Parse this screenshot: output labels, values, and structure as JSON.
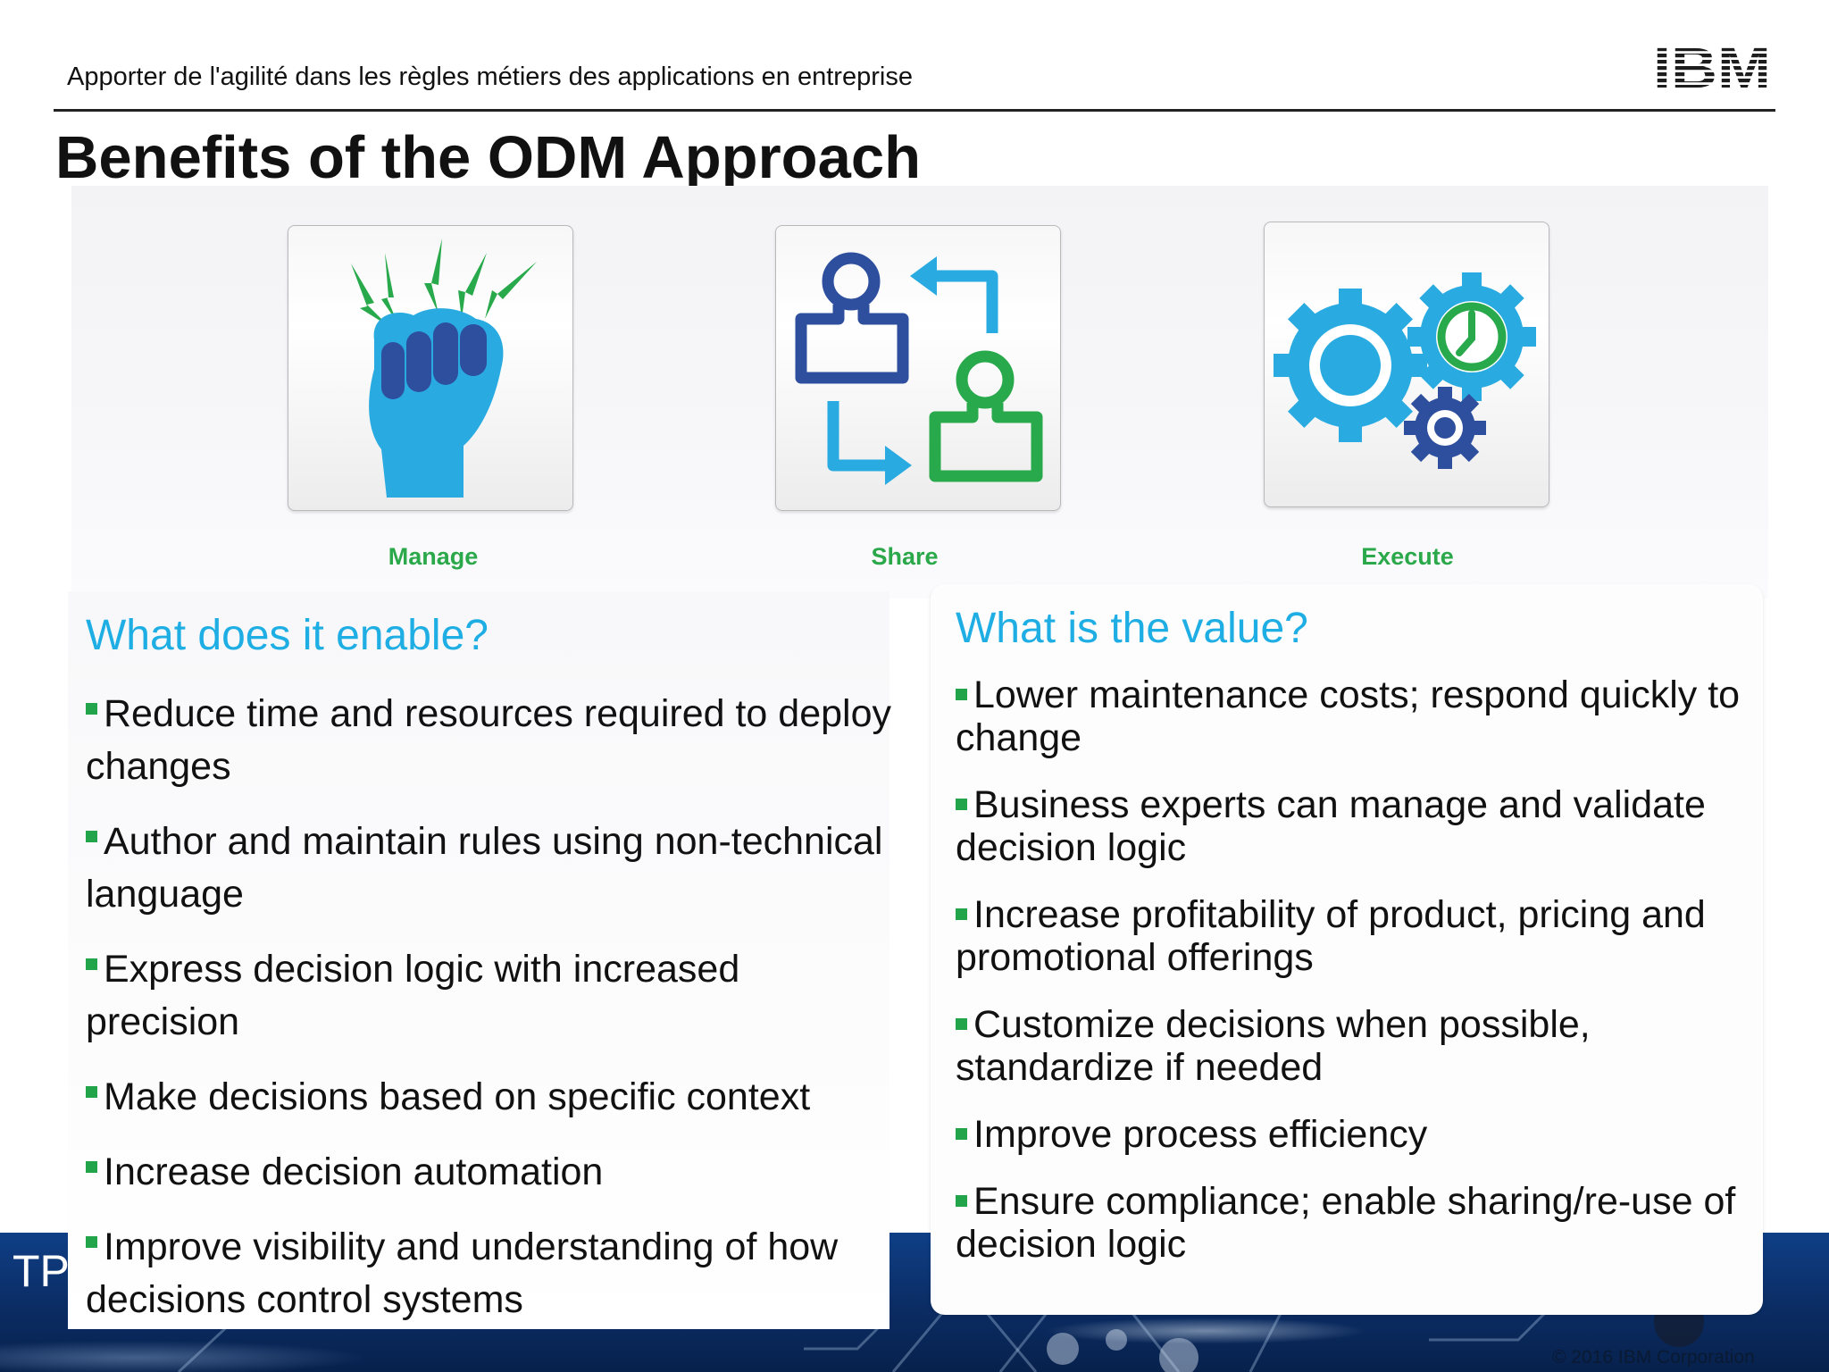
{
  "header": {
    "subtitle": "Apporter de l'agilité dans les règles métiers des applications en entreprise",
    "logo_text": "IBM"
  },
  "title": "Benefits of the ODM Approach",
  "pillars": [
    {
      "label": "Manage",
      "icon": "fist-icon"
    },
    {
      "label": "Share",
      "icon": "share-people-icon"
    },
    {
      "label": "Execute",
      "icon": "gears-clock-icon"
    }
  ],
  "left_panel": {
    "heading": "What does it enable?",
    "bullets": [
      "Reduce time and resources required to deploy changes",
      "Author and maintain rules using non-technical language",
      "Express decision logic with increased precision",
      "Make decisions based on specific context",
      "Increase decision automation",
      "Improve visibility and understanding of how decisions control systems"
    ]
  },
  "right_panel": {
    "heading": "What is the value?",
    "bullets": [
      "Lower maintenance costs; respond quickly to change",
      "Business experts can manage and validate decision logic",
      "Increase profitability of product, pricing and promotional offerings",
      "Customize decisions when possible, standardize if needed",
      "Improve process efficiency",
      "Ensure compliance; enable sharing/re-use of decision logic"
    ]
  },
  "footer": {
    "strip_text": "TP",
    "copyright": "© 2016 IBM Corporation"
  },
  "colors": {
    "heading_blue": "#1eaee4",
    "label_green": "#2aa84a",
    "bullet_green": "#22a44a",
    "icon_blue": "#29abe2",
    "icon_navy": "#2d4f9e",
    "icon_green": "#28a94b"
  }
}
